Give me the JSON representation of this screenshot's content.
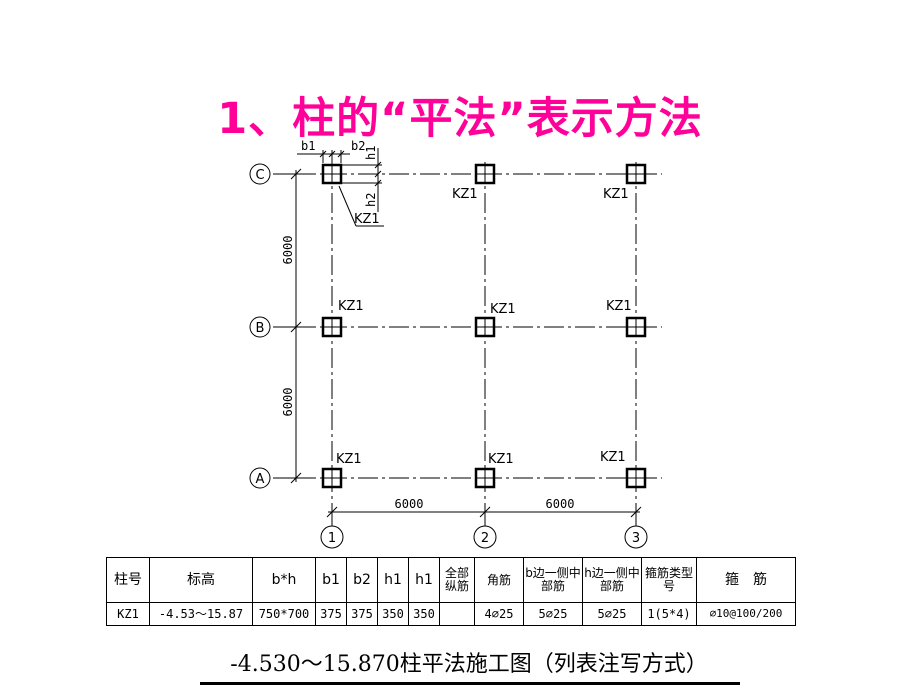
{
  "title": "1、柱的“平法”表示方法",
  "plan": {
    "axes_rows": [
      "C",
      "B",
      "A"
    ],
    "axes_cols": [
      "1",
      "2",
      "3"
    ],
    "column_label": "KZ1",
    "dimensions": {
      "vertical": [
        "6000",
        "6000"
      ],
      "horizontal": [
        "6000",
        "6000"
      ]
    },
    "detail_labels": {
      "b1": "b1",
      "b2": "b2",
      "h1": "h1",
      "h2": "h2"
    }
  },
  "table": {
    "headers": [
      "柱号",
      "标高",
      "b*h",
      "b1",
      "b2",
      "h1",
      "h1",
      "全部纵筋",
      "角筋",
      "b边一侧中部筋",
      "h边一侧中部筋",
      "箍筋类型号",
      "箍　筋"
    ],
    "row": [
      "KZ1",
      "-4.53～15.87",
      "750*700",
      "375",
      "375",
      "350",
      "350",
      "",
      "4⌀25",
      "5⌀25",
      "5⌀25",
      "1(5*4)",
      "⌀10@100/200"
    ]
  },
  "caption": "-4.530～15.870柱平法施工图（列表注写方式）"
}
